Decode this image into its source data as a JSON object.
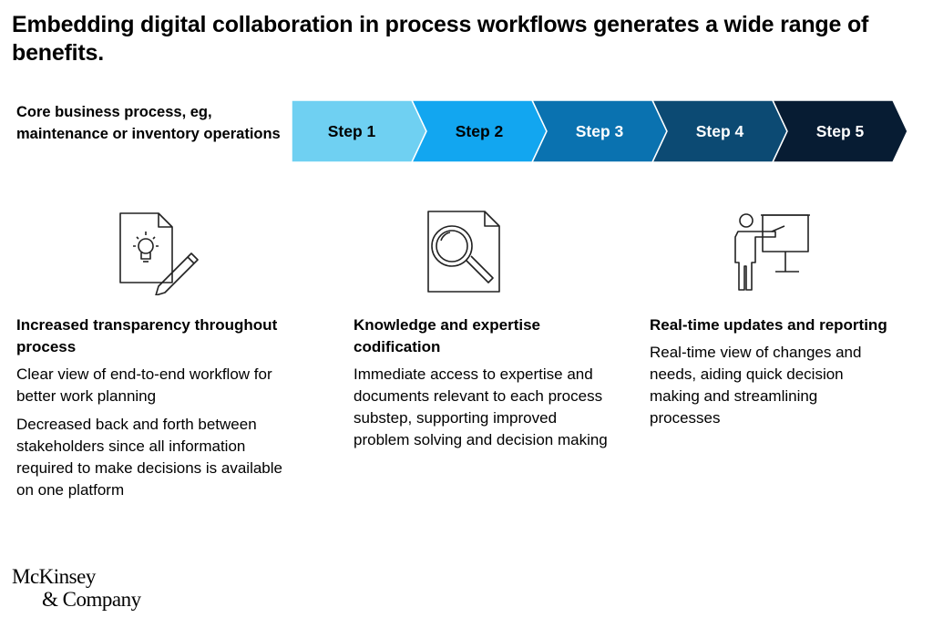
{
  "title": "Embedding digital collaboration in process workflows generates a wide range of benefits.",
  "process_label": "Core business process, eg, maintenance or inventory operations",
  "steps": [
    {
      "label": "Step 1",
      "color": "#6fd0f2",
      "text_color": "#000000"
    },
    {
      "label": "Step 2",
      "color": "#12a6f0",
      "text_color": "#000000"
    },
    {
      "label": "Step 3",
      "color": "#0a72b0",
      "text_color": "#ffffff"
    },
    {
      "label": "Step 4",
      "color": "#0c4a73",
      "text_color": "#ffffff"
    },
    {
      "label": "Step 5",
      "color": "#071c33",
      "text_color": "#ffffff"
    }
  ],
  "benefits": [
    {
      "icon": "lightbulb-document-pencil-icon",
      "heading": "Increased transparency throughout process",
      "paragraphs": [
        "Clear view of end-to-end workflow for better work planning",
        "Decreased back and forth between stakeholders since all information required to make decisions is available on one platform"
      ]
    },
    {
      "icon": "magnifier-document-icon",
      "heading": "Knowledge and expertise codification",
      "paragraphs": [
        "Immediate access to expertise and documents relevant to each process substep, supporting improved problem solving and decision making"
      ]
    },
    {
      "icon": "presenter-board-icon",
      "heading": "Real-time updates and reporting",
      "paragraphs": [
        "Real-time view of changes and needs, aiding quick decision making and streamlining processes"
      ]
    }
  ],
  "logo": {
    "line1": "McKinsey",
    "line2": "& Company"
  }
}
